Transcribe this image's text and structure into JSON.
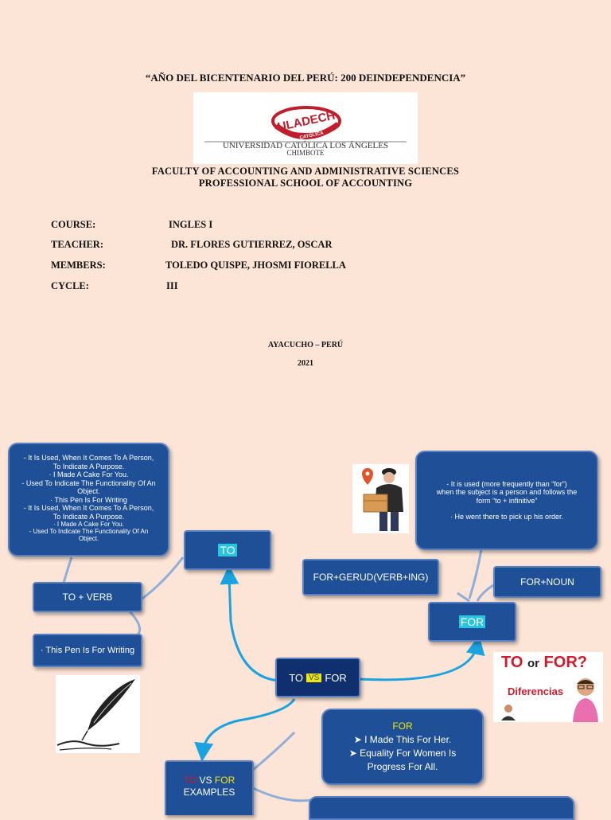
{
  "header": {
    "title": "“AÑO DEL BICENTENARIO DEL PERÚ: 200 DEINDEPENDENCIA”",
    "logo": {
      "name": "ULADECH",
      "sub": "CATÓLICA",
      "university": "UNIVERSIDAD CATÓLICA LOS ÁNGELES",
      "city": "CHIMBOTE"
    },
    "faculty": "FACULTY OF ACCOUNTING AND ADMINISTRATIVE SCIENCES",
    "school": "PROFESSIONAL SCHOOL OF ACCOUNTING"
  },
  "info": [
    {
      "label": "COURSE:",
      "value": "INGLES I"
    },
    {
      "label": "TEACHER:",
      "value": "DR. FLORES GUTIERREZ, OSCAR"
    },
    {
      "label": "MEMBERS:",
      "value": "TOLEDO QUISPE, JHOSMI FIORELLA"
    },
    {
      "label": "CYCLE:",
      "value": "III"
    }
  ],
  "place": "AYACUCHO – PERÚ",
  "year": "2021",
  "mindmap": {
    "to_desc": [
      "- It Is Used, When It Comes To A Person,",
      "To Indicate A Purpose.",
      "· I Made A Cake For You.",
      "- Used To Indicate The Functionality Of An",
      "Object.",
      "· This Pen Is For Writing",
      "- It Is Used, When It Comes To A Person,",
      "To Indicate A Purpose.",
      "· I Made A Cake For You.",
      "- Used To Indicate The Functionality Of An",
      "Object."
    ],
    "to": "TO",
    "to_verb": "TO + VERB",
    "pen_example": "· This Pen Is For Writing",
    "for_desc": [
      "- It is used (more frequently than “for”)",
      "when the subject is a person and follows the",
      "form “to + infinitive”",
      "",
      "· He went there to pick up his order."
    ],
    "for_gerund": "FOR+GERUD(VERB+ING)",
    "for_noun": "FOR+NOUN",
    "for": "FOR",
    "center": {
      "to": "TO",
      "vs": "VS",
      "for": "FOR"
    },
    "image_caption": {
      "to": "TO",
      "or": "or",
      "for": "FOR?",
      "sub": "Diferencias"
    },
    "examples": {
      "to": "TO",
      "vs": "VS",
      "for": "FOR",
      "label": "EXAMPLES"
    },
    "for_examples": {
      "title": "FOR",
      "items": [
        "I Made This For Her.",
        "Equality For Women Is",
        "Progress For All."
      ]
    }
  },
  "colors": {
    "background": "#fce4d6",
    "box": "#1f4f96",
    "connector": "#1aa3e0",
    "connector_light": "#8eaedb"
  }
}
